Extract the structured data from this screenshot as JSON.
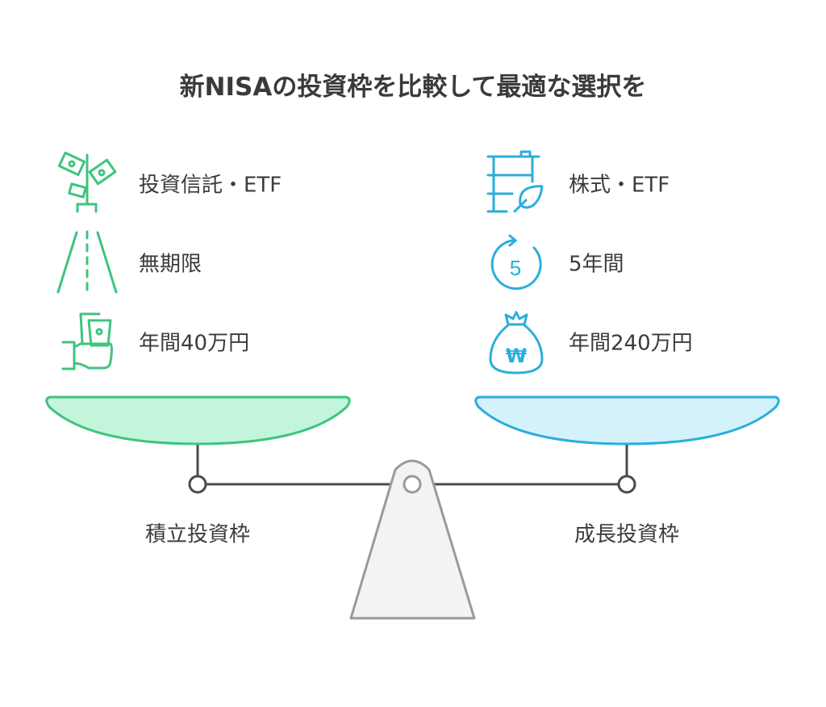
{
  "title": "新NISAの投資枠を比較して最適な選択を",
  "colors": {
    "left_accent": "#3ec47e",
    "left_fill": "#c3f5da",
    "right_accent": "#2aaedb",
    "right_fill": "#d4f2fb",
    "fulcrum_fill": "#f3f3f3",
    "fulcrum_stroke": "#9a9a9a",
    "beam": "#4a4a4a"
  },
  "left": {
    "label": "積立投資枠",
    "items": [
      {
        "icon": "money-plant-icon",
        "text": "投資信託・ETF"
      },
      {
        "icon": "road-icon",
        "text": "無期限"
      },
      {
        "icon": "hand-money-icon",
        "text": "年間40万円"
      }
    ]
  },
  "right": {
    "label": "成長投資枠",
    "items": [
      {
        "icon": "stock-leaf-icon",
        "text": "株式・ETF"
      },
      {
        "icon": "five-cycle-icon",
        "text": "5年間"
      },
      {
        "icon": "money-bag-icon",
        "text": "年間240万円"
      }
    ]
  },
  "icon_glyphs": {
    "five": "5",
    "won": "₩"
  }
}
